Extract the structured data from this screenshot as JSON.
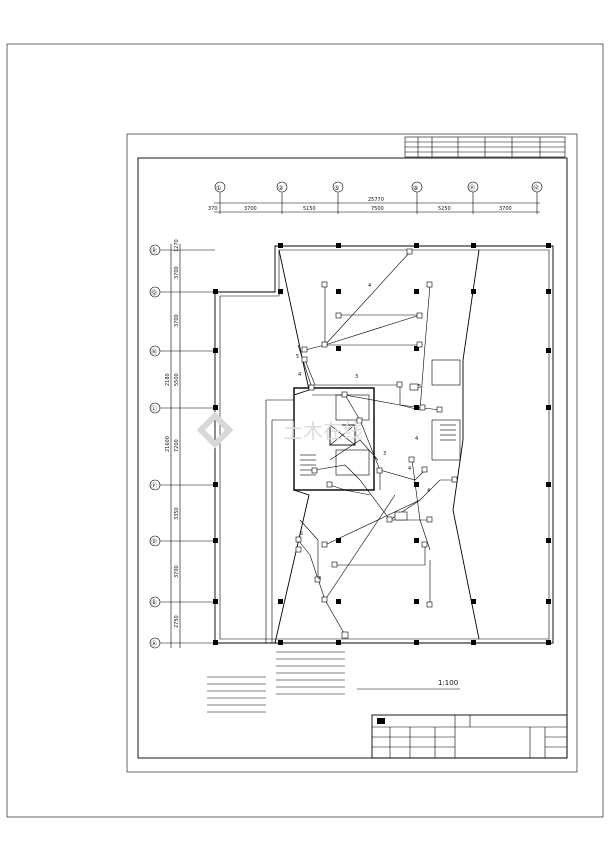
{
  "grid_top": {
    "axis_labels": [
      "①",
      "②",
      "⑤",
      "⑧",
      "⑪",
      "⑫"
    ],
    "overall_dimension": "25770",
    "bay_dimensions": [
      "370",
      "3700",
      "5150",
      "7500",
      "5250",
      "3700"
    ]
  },
  "grid_left": {
    "axis_labels": [
      "Ⓡ",
      "Ⓠ",
      "Ⓝ",
      "Ⓛ",
      "Ⓕ",
      "Ⓓ",
      "Ⓑ",
      "Ⓐ"
    ],
    "bay_dimensions": [
      "1270",
      "3700",
      "3700",
      "5500",
      "7200",
      "3350",
      "3700",
      "2750"
    ],
    "overall_dimension": "21600",
    "sub_dimension": "2180"
  },
  "scale_note": "1:100",
  "wire_labels": [
    "4",
    "4",
    "5",
    "3",
    "5",
    "4",
    "5",
    "4",
    "3",
    "4",
    "4"
  ],
  "watermark": "土木在线",
  "colors": {
    "line": "#000000",
    "watermark": "#d8d8d8"
  }
}
